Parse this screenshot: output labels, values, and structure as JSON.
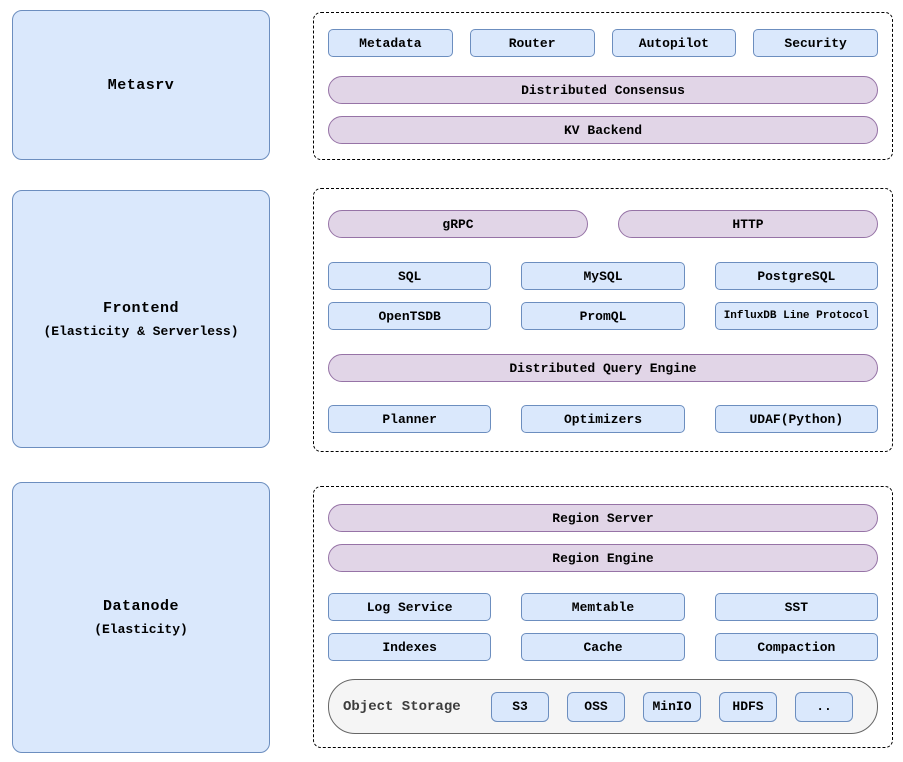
{
  "colors": {
    "blue_fill": "#dae8fc",
    "blue_stroke": "#6c8ebf",
    "purple_fill": "#e1d5e7",
    "purple_stroke": "#9673a6",
    "gray_fill": "#f5f5f5",
    "gray_stroke": "#666666",
    "group_border": "#000000"
  },
  "left_nodes": {
    "metasrv": {
      "title": "Metasrv",
      "subtitle": ""
    },
    "frontend": {
      "title": "Frontend",
      "subtitle": "(Elasticity & Serverless)"
    },
    "datanode": {
      "title": "Datanode",
      "subtitle": "(Elasticity)"
    }
  },
  "metasrv_group": {
    "modules": [
      "Metadata",
      "Router",
      "Autopilot",
      "Security"
    ],
    "consensus_pill": "Distributed Consensus",
    "kv_pill": "KV Backend"
  },
  "frontend_group": {
    "rpc_pills": [
      "gRPC",
      "HTTP"
    ],
    "protocols_row1": [
      "SQL",
      "MySQL",
      "PostgreSQL"
    ],
    "protocols_row2": [
      "OpenTSDB",
      "PromQL",
      "InfluxDB Line Protocol"
    ],
    "engine_pill": "Distributed Query Engine",
    "engine_row": [
      "Planner",
      "Optimizers",
      "UDAF(Python)"
    ]
  },
  "datanode_group": {
    "region_server_pill": "Region Server",
    "region_engine_pill": "Region Engine",
    "storage_row1": [
      "Log Service",
      "Memtable",
      "SST"
    ],
    "storage_row2": [
      "Indexes",
      "Cache",
      "Compaction"
    ],
    "object_storage": {
      "label": "Object Storage",
      "options": [
        "S3",
        "OSS",
        "MinIO",
        "HDFS",
        ".."
      ]
    }
  }
}
